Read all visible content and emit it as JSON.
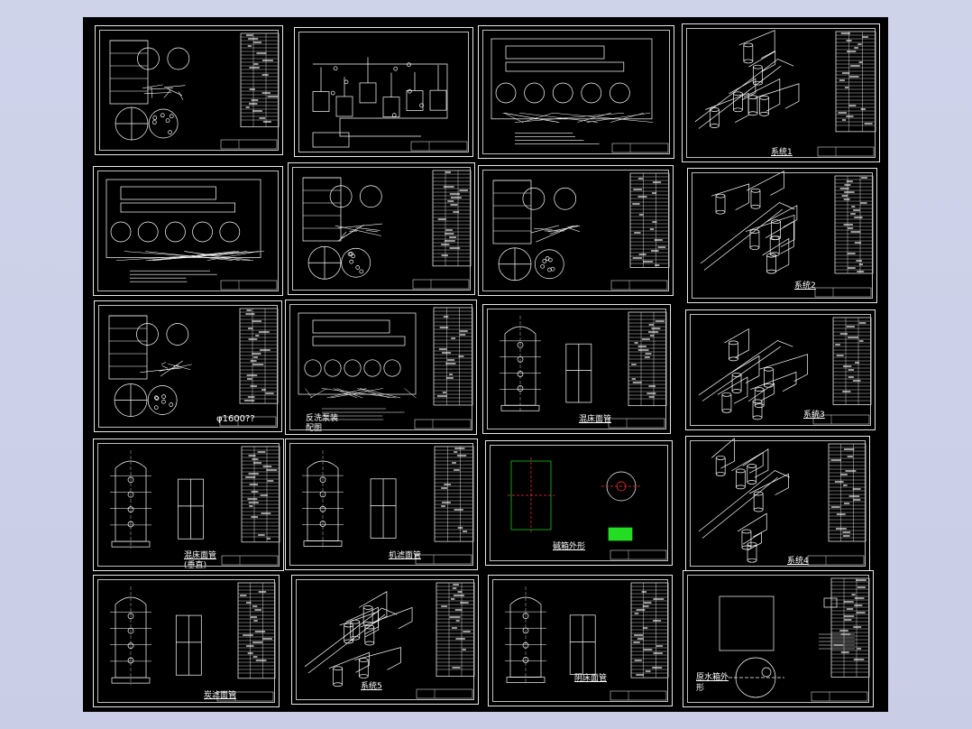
{
  "colors": {
    "background": "#cdd1e8",
    "canvas": "#000000",
    "lines": "#ffffff",
    "accent_green": "#22dd22"
  },
  "sheets": {
    "s1": {
      "label": ""
    },
    "s2": {
      "label": ""
    },
    "s3": {
      "label": ""
    },
    "s4": {
      "label": "系统1"
    },
    "s5": {
      "label": ""
    },
    "s6": {
      "label": ""
    },
    "s7": {
      "label": ""
    },
    "s8": {
      "label": "系统2"
    },
    "s9": {
      "label": "φ1600??"
    },
    "s10": {
      "label": "反洗泵装",
      "label2": "配图"
    },
    "s11": {
      "label": "混床面管"
    },
    "s12": {
      "label": "系统3"
    },
    "s13": {
      "label": "混床面管",
      "label2": "(垂直)"
    },
    "s14": {
      "label": "机滤面管"
    },
    "s15": {
      "label": "碱箱外形"
    },
    "s16": {
      "label": "系统4"
    },
    "s17": {
      "label": "炭滤面管"
    },
    "s18": {
      "label": "系统5"
    },
    "s19": {
      "label": "阴床面管"
    },
    "s20": {
      "label": "原水箱外",
      "label2": "形"
    }
  }
}
